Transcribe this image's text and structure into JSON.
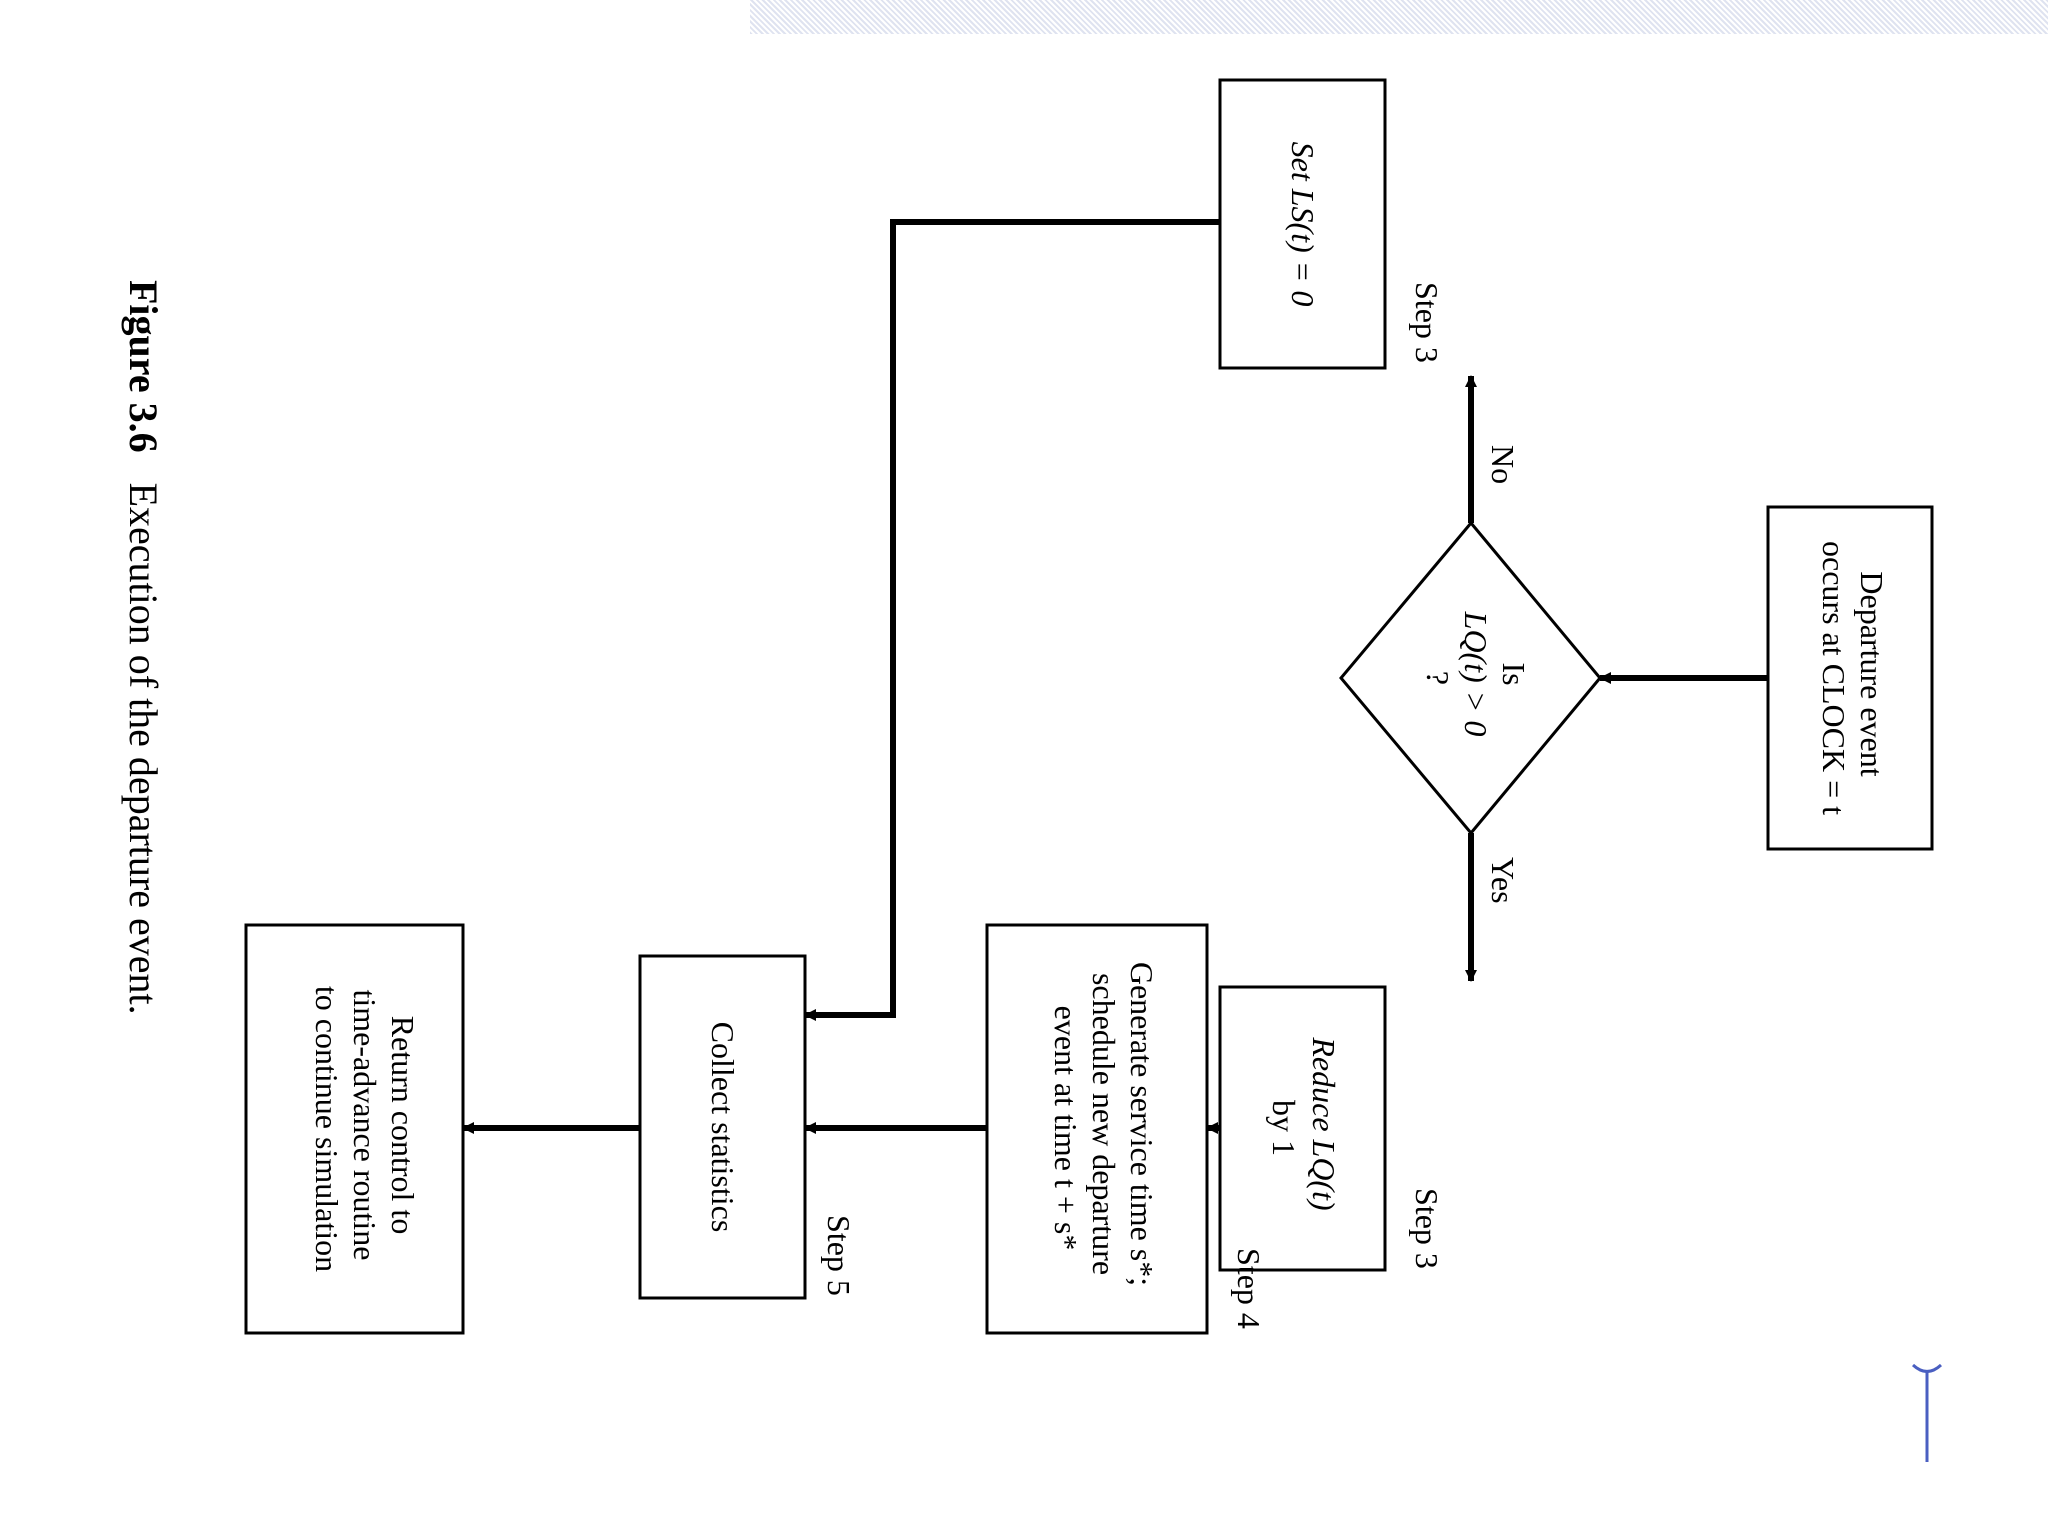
{
  "nodes": {
    "start": {
      "lines": [
        "Departure event",
        "occurs at CLOCK = t"
      ]
    },
    "decision": {
      "lines": [
        "Is",
        "LQ(t) > 0",
        "?"
      ]
    },
    "set_ls": {
      "lines": [
        "Set LS(t) = 0"
      ]
    },
    "reduce_lq": {
      "lines": [
        "Reduce LQ(t)",
        "by 1"
      ]
    },
    "generate": {
      "lines": [
        "Generate service time s*;",
        "schedule new departure",
        "event at time t + s*"
      ]
    },
    "collect": {
      "lines": [
        "Collect statistics"
      ]
    },
    "return": {
      "lines": [
        "Return control to",
        "time-advance routine",
        "to continue simulation"
      ]
    }
  },
  "steps": {
    "set_ls": "Step 3",
    "reduce_lq": "Step 3",
    "generate": "Step 4",
    "collect": "Step 5"
  },
  "branches": {
    "no": "No",
    "yes": "Yes"
  },
  "caption": {
    "number": "Figure 3.6",
    "text": "Execution of the departure event."
  },
  "colors": {
    "ink": "#000000",
    "accent": "#4a5fc1"
  }
}
